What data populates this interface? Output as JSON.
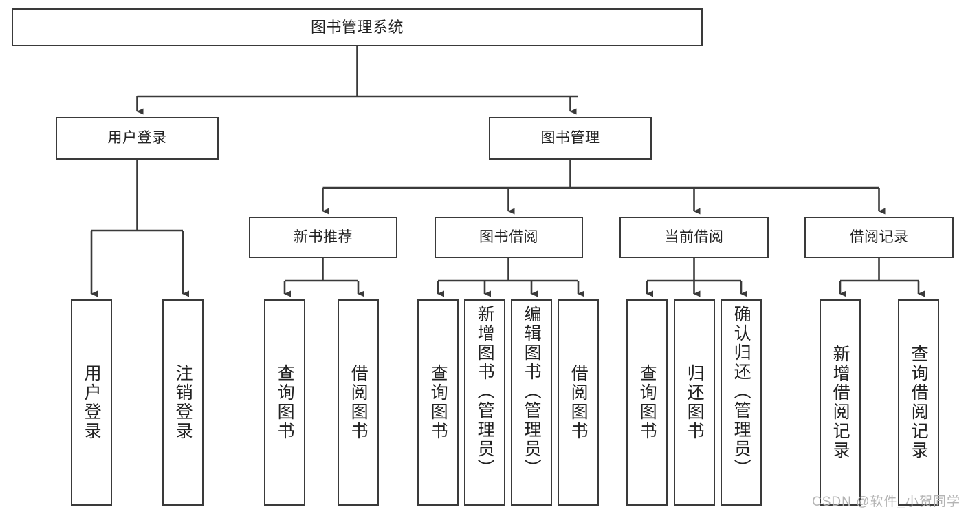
{
  "diagram": {
    "title": "图书管理系统",
    "type": "tree-hierarchy",
    "watermark": "CSDN @软件_小贺同学",
    "colors": {
      "stroke": "#3a3a3a",
      "fill": "#ffffff",
      "text": "#222222",
      "watermark": "#b4b4b4"
    },
    "levels": {
      "root": {
        "label": "图书管理系统"
      },
      "level2": [
        {
          "id": "user-login",
          "label": "用户登录"
        },
        {
          "id": "book-manage",
          "label": "图书管理"
        }
      ],
      "level3": [
        {
          "id": "new-book-recommend",
          "label": "新书推荐",
          "parent": "book-manage"
        },
        {
          "id": "book-borrow",
          "label": "图书借阅",
          "parent": "book-manage"
        },
        {
          "id": "current-borrow",
          "label": "当前借阅",
          "parent": "book-manage"
        },
        {
          "id": "borrow-record",
          "label": "借阅记录",
          "parent": "book-manage"
        }
      ],
      "leaves": [
        {
          "id": "leaf-user-login",
          "label": "用户登录",
          "parent": "user-login"
        },
        {
          "id": "leaf-logout",
          "label": "注销登录",
          "parent": "user-login"
        },
        {
          "id": "leaf-query-book-1",
          "label": "查询图书",
          "parent": "new-book-recommend"
        },
        {
          "id": "leaf-borrow-book-1",
          "label": "借阅图书",
          "parent": "new-book-recommend"
        },
        {
          "id": "leaf-query-book-2",
          "label": "查询图书",
          "parent": "book-borrow"
        },
        {
          "id": "leaf-add-book",
          "label": "新增图书（管理员）",
          "parent": "book-borrow"
        },
        {
          "id": "leaf-edit-book",
          "label": "编辑图书（管理员）",
          "parent": "book-borrow"
        },
        {
          "id": "leaf-borrow-book-2",
          "label": "借阅图书",
          "parent": "book-borrow"
        },
        {
          "id": "leaf-query-book-3",
          "label": "查询图书",
          "parent": "current-borrow"
        },
        {
          "id": "leaf-return-book",
          "label": "归还图书",
          "parent": "current-borrow"
        },
        {
          "id": "leaf-confirm-return",
          "label": "确认归还（管理员）",
          "parent": "current-borrow"
        },
        {
          "id": "leaf-add-record",
          "label": "新增借阅记录",
          "parent": "borrow-record"
        },
        {
          "id": "leaf-query-record",
          "label": "查询借阅记录",
          "parent": "borrow-record"
        }
      ]
    }
  }
}
